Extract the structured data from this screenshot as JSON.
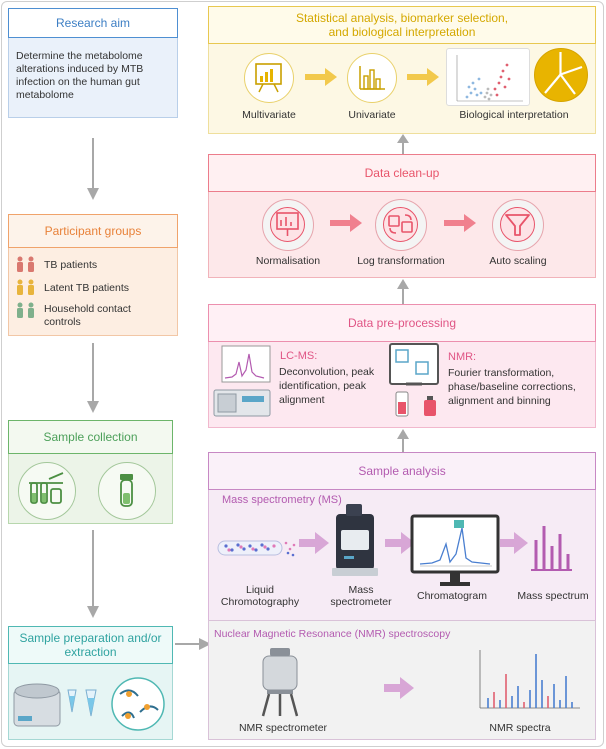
{
  "research_aim": {
    "title": "Research aim",
    "text": "Determine the metabolome alterations induced by MTB infection on the human gut metabolome"
  },
  "participant_groups": {
    "title": "Participant groups",
    "items": [
      {
        "label": "TB patients",
        "color": "#d9786f"
      },
      {
        "label": "Latent TB patients",
        "color": "#e8b43c"
      },
      {
        "label": "Household contact controls",
        "color": "#7fb08c"
      }
    ]
  },
  "sample_collection": {
    "title": "Sample collection"
  },
  "sample_preparation": {
    "title": "Sample preparation and/or extraction"
  },
  "statistical_analysis": {
    "title_line1": "Statistical analysis, biomarker selection,",
    "title_line2": "and biological interpretation",
    "steps": [
      "Multivariate",
      "Univariate",
      "Biological interpretation"
    ]
  },
  "data_cleanup": {
    "title": "Data clean-up",
    "steps": [
      "Normalisation",
      "Log transformation",
      "Auto scaling"
    ]
  },
  "data_preprocessing": {
    "title": "Data pre-processing",
    "lcms_title": "LC-MS:",
    "lcms_text": "Deconvolution, peak identification, peak alignment",
    "nmr_title": "NMR:",
    "nmr_text": "Fourier transformation, phase/baseline corrections, alignment and binning"
  },
  "sample_analysis": {
    "title": "Sample analysis",
    "ms_title": "Mass spectrometry (MS)",
    "ms_steps": [
      "Liquid Chromotography",
      "Mass spectrometer",
      "Chromatogram",
      "Mass spectrum"
    ],
    "nmr_title": "Nuclear Magnetic Resonance (NMR) spectroscopy",
    "nmr_steps": [
      "NMR  spectrometer",
      "NMR  spectra"
    ]
  },
  "colors": {
    "blue": "#3d7fc4",
    "orange": "#e8823a",
    "green": "#4ca05a",
    "teal": "#2fa3a0",
    "yellow": "#e6b400",
    "red": "#e8546a",
    "purple": "#b35bb0",
    "arrow_gray": "#a8a8a8"
  }
}
